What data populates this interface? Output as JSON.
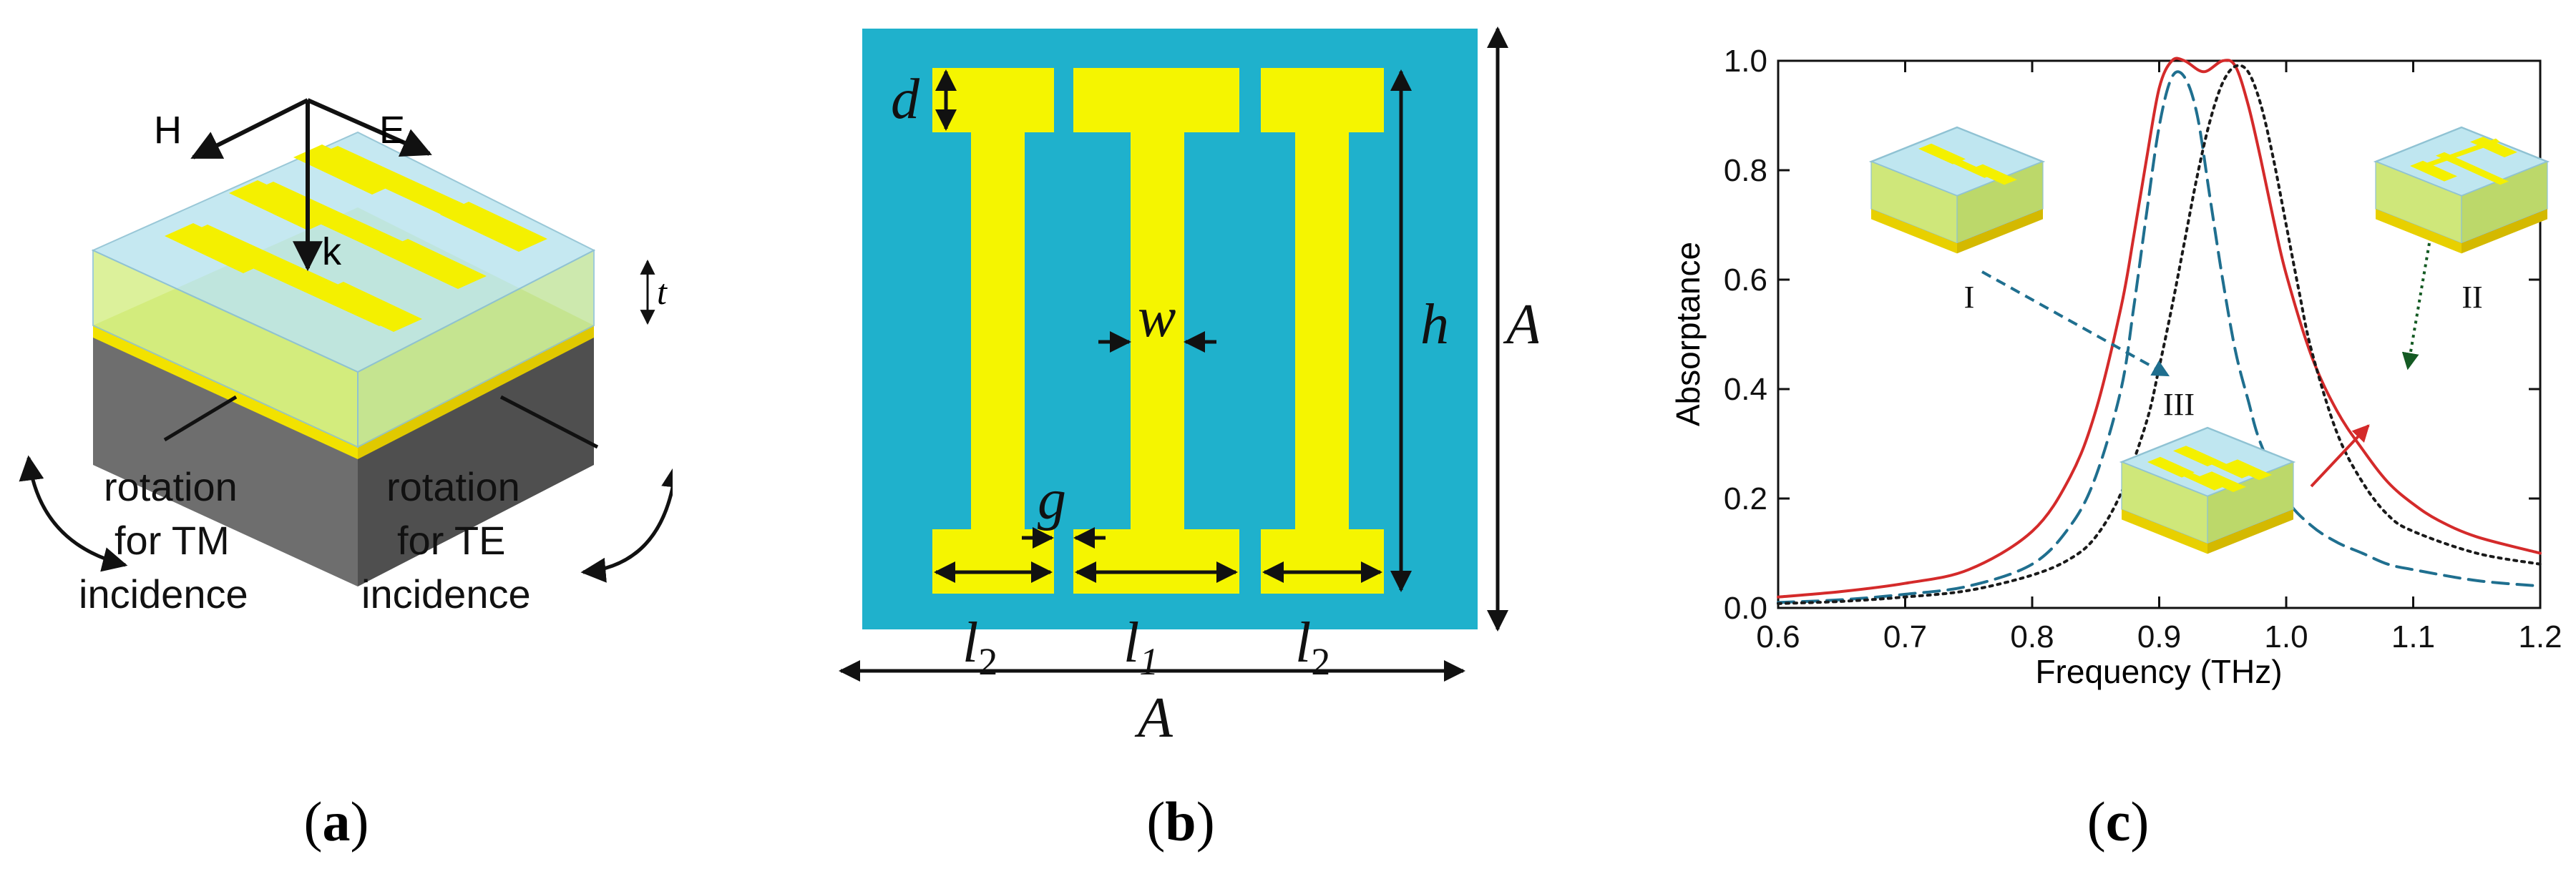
{
  "panel_a": {
    "caption": {
      "open": "(",
      "letter": "a",
      "close": ")"
    },
    "labels": {
      "H": "H",
      "E": "E",
      "k": "k",
      "t": "t",
      "left_line1": "rotation",
      "left_line2": "for TM",
      "left_line3": "incidence",
      "right_line1": "rotation",
      "right_line2": "for TE",
      "right_line3": "incidence"
    },
    "colors": {
      "substrate": "#6b6b6b",
      "ground": "#f4ee00",
      "dielectric": "#bfe8f2",
      "metal": "#f4f000"
    }
  },
  "panel_b": {
    "caption": {
      "open": "(",
      "letter": "b",
      "close": ")"
    },
    "labels": {
      "d": "d",
      "w": "w",
      "h": "h",
      "g": "g",
      "A_right": "A",
      "A_bottom": "A",
      "l2_left_main": "l",
      "l2_left_sub": "2",
      "l1_main": "l",
      "l1_sub": "1",
      "l2_right_main": "l",
      "l2_right_sub": "2"
    },
    "colors": {
      "background": "#1fb1cc",
      "metal": "#f5f500"
    }
  },
  "panel_c": {
    "caption": {
      "open": "(",
      "letter": "c",
      "close": ")"
    },
    "insets": [
      "I",
      "II",
      "III"
    ]
  },
  "chart_data": {
    "type": "line",
    "xlabel": "Frequency (THz)",
    "ylabel": "Absorptance",
    "xlim": [
      0.6,
      1.2
    ],
    "ylim": [
      0.0,
      1.0
    ],
    "xticks": [
      "0.6",
      "0.7",
      "0.8",
      "0.9",
      "1.0",
      "1.1",
      "1.2"
    ],
    "yticks": [
      "0.0",
      "0.2",
      "0.4",
      "0.6",
      "0.8",
      "1.0"
    ],
    "grid": false,
    "series": [
      {
        "style": "solid",
        "color": "#d42a2a",
        "x": [
          0.6,
          0.65,
          0.7,
          0.75,
          0.8,
          0.83,
          0.85,
          0.87,
          0.88,
          0.89,
          0.9,
          0.91,
          0.92,
          0.935,
          0.95,
          0.96,
          0.97,
          0.98,
          0.99,
          1.0,
          1.02,
          1.04,
          1.06,
          1.08,
          1.1,
          1.12,
          1.15,
          1.2
        ],
        "y": [
          0.02,
          0.03,
          0.045,
          0.07,
          0.14,
          0.24,
          0.36,
          0.55,
          0.68,
          0.82,
          0.95,
          1.0,
          1.0,
          0.98,
          1.0,
          0.99,
          0.92,
          0.82,
          0.71,
          0.61,
          0.46,
          0.36,
          0.29,
          0.23,
          0.19,
          0.16,
          0.13,
          0.1
        ]
      },
      {
        "style": "dashed",
        "color": "#1f6f8f",
        "x": [
          0.6,
          0.65,
          0.7,
          0.75,
          0.8,
          0.83,
          0.85,
          0.87,
          0.88,
          0.89,
          0.9,
          0.91,
          0.92,
          0.93,
          0.94,
          0.95,
          0.96,
          0.97,
          0.98,
          1.0,
          1.02,
          1.04,
          1.06,
          1.08,
          1.1,
          1.15,
          1.2
        ],
        "y": [
          0.01,
          0.015,
          0.025,
          0.04,
          0.08,
          0.15,
          0.24,
          0.4,
          0.55,
          0.72,
          0.88,
          0.97,
          0.97,
          0.9,
          0.75,
          0.6,
          0.47,
          0.38,
          0.3,
          0.2,
          0.15,
          0.12,
          0.1,
          0.08,
          0.07,
          0.05,
          0.04
        ]
      },
      {
        "style": "dotted",
        "color": "#1a1a1a",
        "x": [
          0.6,
          0.65,
          0.7,
          0.75,
          0.8,
          0.83,
          0.85,
          0.87,
          0.89,
          0.9,
          0.91,
          0.92,
          0.93,
          0.94,
          0.95,
          0.96,
          0.97,
          0.98,
          0.99,
          1.0,
          1.01,
          1.02,
          1.04,
          1.06,
          1.08,
          1.1,
          1.15,
          1.2
        ],
        "y": [
          0.008,
          0.012,
          0.02,
          0.032,
          0.06,
          0.09,
          0.13,
          0.21,
          0.34,
          0.44,
          0.55,
          0.67,
          0.79,
          0.89,
          0.96,
          0.99,
          0.98,
          0.92,
          0.82,
          0.7,
          0.58,
          0.47,
          0.32,
          0.23,
          0.17,
          0.14,
          0.1,
          0.08
        ]
      }
    ]
  }
}
